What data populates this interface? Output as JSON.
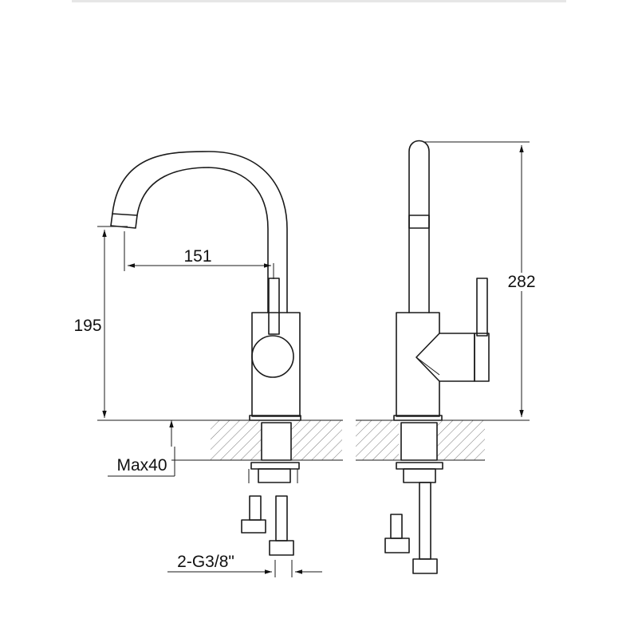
{
  "dimensions": {
    "spout_reach": "151",
    "spout_height": "195",
    "total_height": "282",
    "max_deck_thickness": "Max40",
    "hose_connection": "2-G3/8\""
  }
}
